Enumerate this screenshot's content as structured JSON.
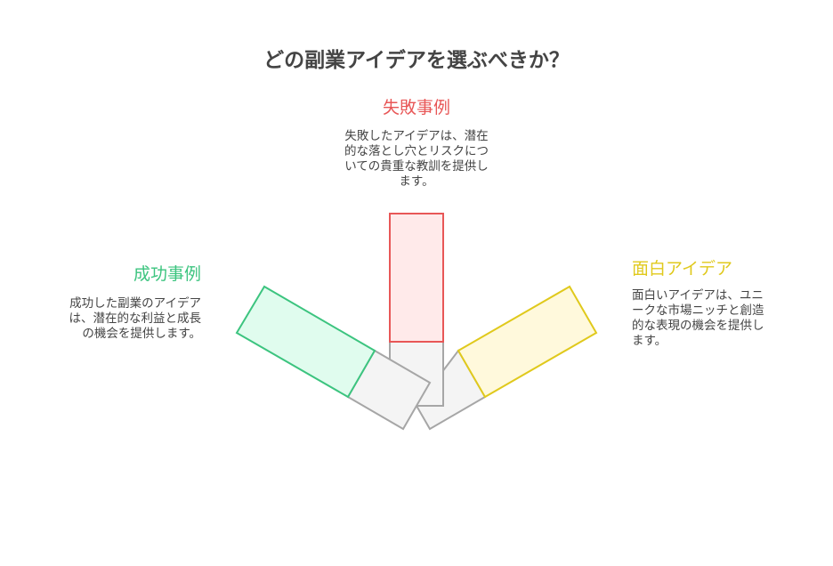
{
  "title": "どの副業アイデアを選ぶべきか？",
  "colors": {
    "red": "#e85757",
    "green": "#3cc47f",
    "yellow": "#e0c91c",
    "gray": "#a6a6a6"
  },
  "failure": {
    "heading": "失敗事例",
    "lines": [
      "失敗したアイデアは、潜在",
      "的な落とし穴とリスクにつ",
      "いての貴重な教訓を提供し",
      "ます。"
    ]
  },
  "success": {
    "heading": "成功事例",
    "lines": [
      "成功した副業のアイデア",
      "は、潜在的な利益と成長",
      "の機会を提供します。"
    ]
  },
  "interesting": {
    "heading": "面白アイデア",
    "lines": [
      "面白いアイデアは、ユニ",
      "ークな市場ニッチと創造",
      "的な表現の機会を提供し",
      "ます。"
    ]
  }
}
